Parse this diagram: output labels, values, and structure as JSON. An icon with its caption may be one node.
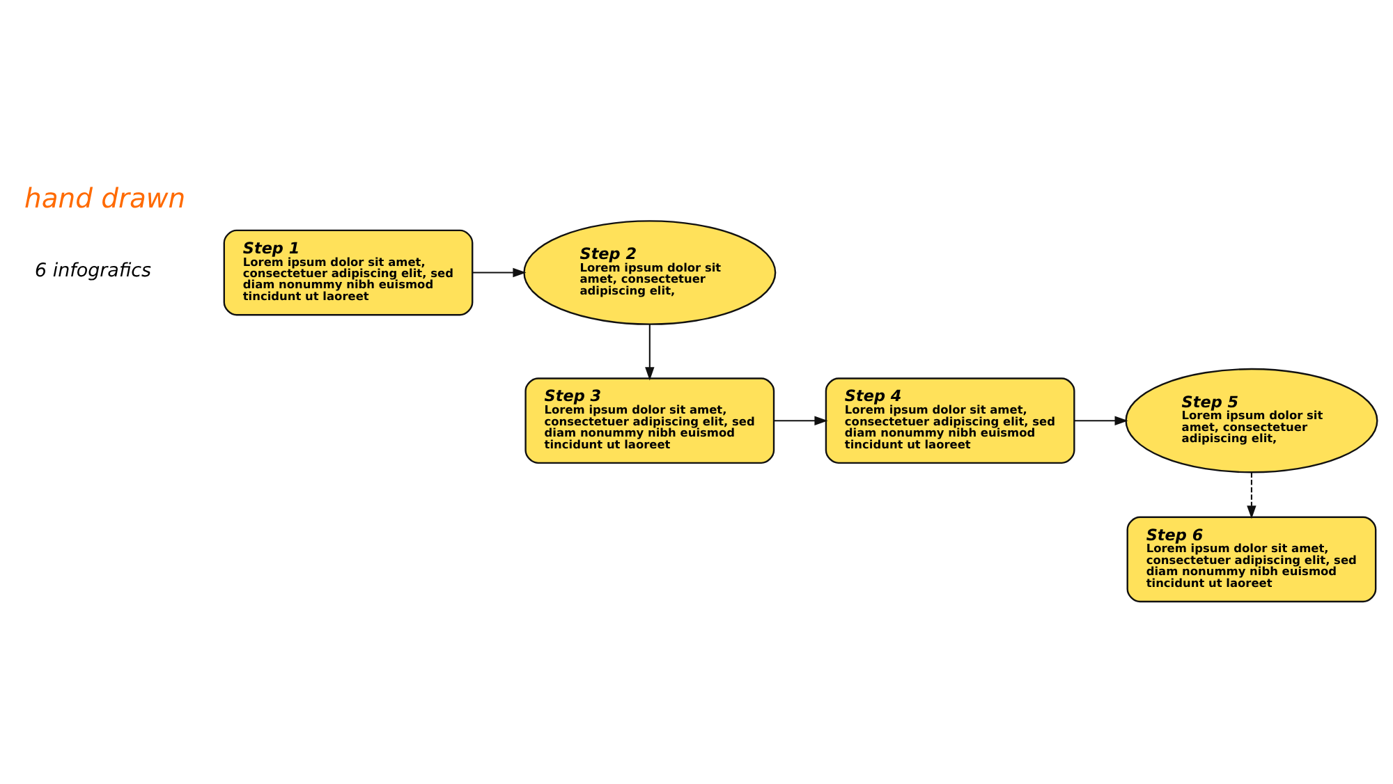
{
  "diagram": {
    "title": "hand drawn",
    "nodes": [
      {
        "text": [
          "Step 1",
          "Lorem ipsum dolor sit amet, consectetuer adipiscing elit, sed diam nonummy nibh euismod tincidunt ut laoreet"
        ]
      },
      {
        "text": [
          "Step 2",
          "Lorem ipsum dolor sit amet, consectetuer adipiscing elit,"
        ]
      },
      {
        "text": [
          "Step 3",
          "Lorem ipsum dolor sit amet, consectetuer adipiscing elit, sed diam nonummy nibh euismod tincidunt ut laoreet"
        ]
      },
      {
        "text": [
          "Step 4",
          "Lorem ipsum dolor sit amet, consectetuer adipiscing elit, sed diam nonummy nibh euismod tincidunt ut laoreet"
        ]
      },
      {
        "text": [
          "Step 5",
          "Lorem ipsum dolor sit amet, consectetuer adipiscing elit,"
        ]
      },
      {
        "text": [
          "Step 6",
          "Lorem ipsum dolor sit amet, consectetuer adipiscing elit, sed diam nonummy nibh euismod tincidunt ut laoreet"
        ]
      }
    ],
    "edges": [
      {
        "from": 0,
        "to": 1,
        "arrow": "to"
      },
      {
        "from": 1,
        "to": 2,
        "arrow": "to"
      },
      {
        "from": 2,
        "to": 3,
        "arrow": "to"
      },
      {
        "from": 3,
        "to": 4,
        "arrow": "to"
      },
      {
        "from": 4,
        "to": 5,
        "arrow": "to",
        "style": "dashed"
      }
    ],
    "labels": [
      "6 infografics"
    ]
  }
}
